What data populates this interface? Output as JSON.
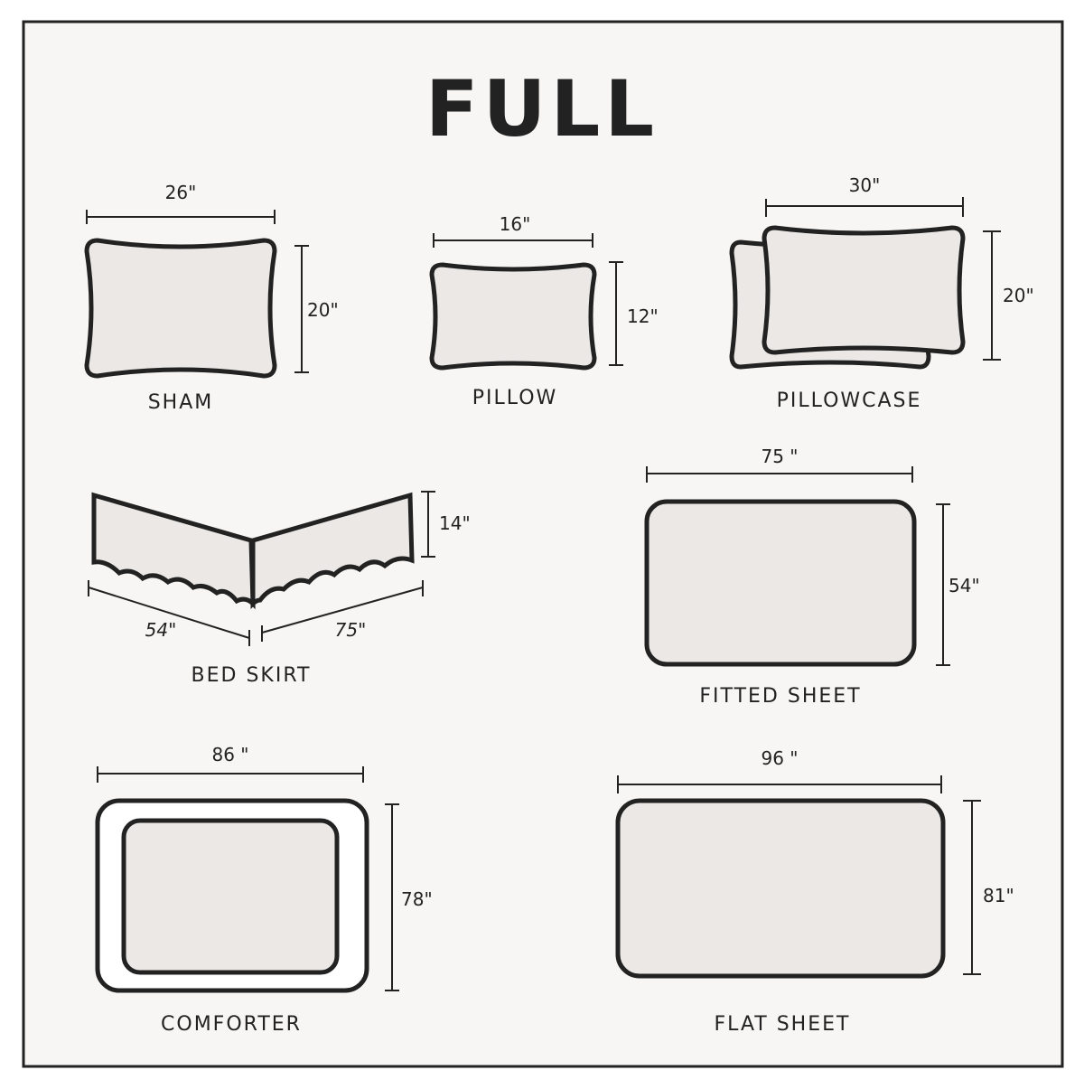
{
  "title": "FULL",
  "colors": {
    "fill": "#ebe8e6",
    "stroke": "#222222",
    "background": "#f7f6f5"
  },
  "items": {
    "sham": {
      "label": "SHAM",
      "width": "26\"",
      "height": "20\""
    },
    "pillow": {
      "label": "PILLOW",
      "width": "16\"",
      "height": "12\""
    },
    "pillowcase": {
      "label": "PILLOWCASE",
      "width": "30\"",
      "height": "20\""
    },
    "bed_skirt": {
      "label": "BED SKIRT",
      "side_a": "54\"",
      "side_b": "75\"",
      "drop": "14\""
    },
    "fitted_sheet": {
      "label": "FITTED SHEET",
      "width": "75 \"",
      "height": "54\""
    },
    "comforter": {
      "label": "COMFORTER",
      "width": "86 \"",
      "height": "78\""
    },
    "flat_sheet": {
      "label": "FLAT SHEET",
      "width": "96 \"",
      "height": "81\""
    }
  }
}
